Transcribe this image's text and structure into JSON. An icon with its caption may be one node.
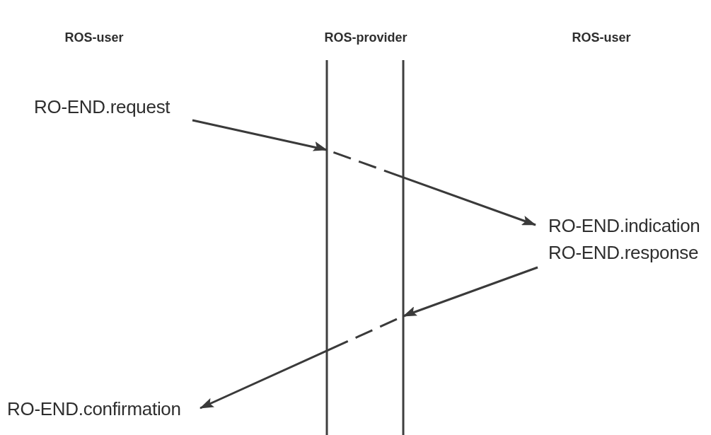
{
  "diagram": {
    "nodes": [
      {
        "text": [
          "RO-END.request"
        ]
      },
      {
        "text": [
          "RO-END.indication"
        ]
      },
      {
        "text": [
          "RO-END.response"
        ]
      },
      {
        "text": [
          "RO-END.confirmation"
        ]
      }
    ],
    "edges": [
      {
        "from": 0,
        "to": 1,
        "arrow": "to"
      },
      {
        "from": 2,
        "to": 3,
        "arrow": "to"
      }
    ],
    "labels": [
      "ROS-user",
      "ROS-provider",
      "ROS-user"
    ]
  }
}
